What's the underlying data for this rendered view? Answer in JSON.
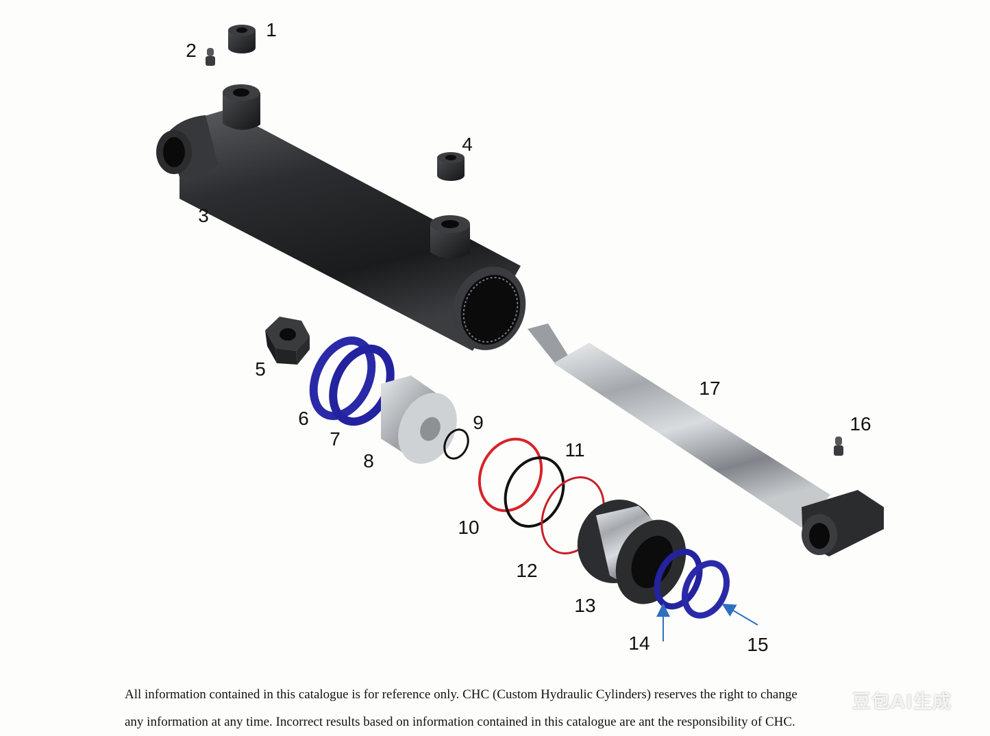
{
  "callouts": {
    "p1": "1",
    "p2": "2",
    "p3": "3",
    "p4": "4",
    "p5": "5",
    "p6": "6",
    "p7": "7",
    "p8": "8",
    "p9": "9",
    "p10": "10",
    "p11": "11",
    "p12": "12",
    "p13": "13",
    "p14": "14",
    "p15": "15",
    "p16": "16",
    "p17": "17"
  },
  "disclaimer": {
    "line1": "All information contained in this catalogue is for reference only. CHC (Custom Hydraulic Cylinders) reserves the right to change",
    "line2": "any information at any time. Incorrect results based on information contained in this catalogue are ant the responsibility of CHC."
  },
  "watermark": "豆包AI生成",
  "colors": {
    "background": "#fdfdfb",
    "barrel": "#2b2c2e",
    "rod_chrome": "#b9bcc0",
    "blue_seal": "#2a2aa8",
    "red_oring": "#d8222a",
    "black_oring": "#111111",
    "arrow": "#2f6fc0"
  }
}
